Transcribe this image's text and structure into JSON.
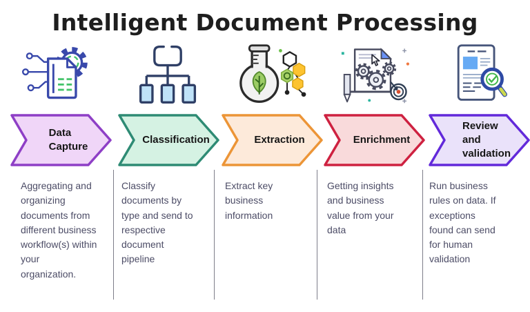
{
  "title": "Intelligent Document Processing",
  "colors": {
    "background": "#FFFFFF",
    "title_text": "#1E1E1E",
    "body_text": "#4C4C66",
    "banner_label_text": "#161616",
    "divider": "#7D7D89"
  },
  "stages": [
    {
      "id": "data-capture",
      "label": "Data\nCapture",
      "description": "Aggregating and\norganizing\ndocuments from\ndifferent business\nworkflow(s) within\nyour\norganization.",
      "fill_color": "#F0D6F8",
      "border_color": "#8E3FC6",
      "icon": "document-gear-circuit-icon"
    },
    {
      "id": "classification",
      "label": "Classification",
      "description": "Classify\ndocuments by\ntype and send to\nrespective\ndocument\npipeline",
      "fill_color": "#D5F2E3",
      "border_color": "#2E8B74",
      "icon": "hierarchy-tree-icon"
    },
    {
      "id": "extraction",
      "label": "Extraction",
      "description": "Extract key\nbusiness\ninformation",
      "fill_color": "#FDEADA",
      "border_color": "#EC9537",
      "icon": "flask-molecule-icon"
    },
    {
      "id": "enrichment",
      "label": "Enrichment",
      "description": "Getting insights\nand business\nvalue from your\ndata",
      "fill_color": "#F9DADB",
      "border_color": "#CE2140",
      "icon": "document-gears-target-icon"
    },
    {
      "id": "review-validation",
      "label": "Review\nand\nvalidation",
      "description": "Run business\nrules on data. If\nexceptions\nfound can send\nfor human\nvalidation",
      "fill_color": "#EAE2FA",
      "border_color": "#6229DA",
      "icon": "document-magnifier-check-icon"
    }
  ]
}
